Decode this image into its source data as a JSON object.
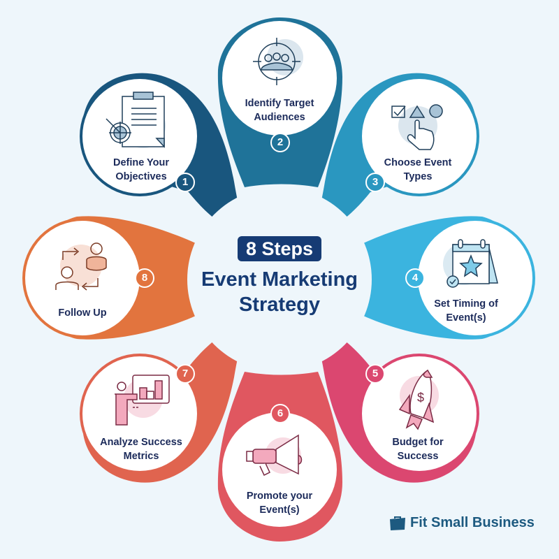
{
  "title": {
    "pill": "8 Steps",
    "line1": "Event Marketing",
    "line2": "Strategy"
  },
  "colors": {
    "navy_text": "#1b2a5a",
    "title_navy": "#163b74",
    "background": "#eef6fb",
    "step1": "#19567e",
    "step2": "#1f7399",
    "step3": "#2a97c0",
    "step4": "#3bb4df",
    "step5": "#db4770",
    "step6": "#e05760",
    "step7": "#e0644f",
    "step8": "#e2743e"
  },
  "steps": [
    {
      "number": "1",
      "line1": "Define Your",
      "line2": "Objectives",
      "icon": "clipboard-target-icon"
    },
    {
      "number": "2",
      "line1": "Identify Target",
      "line2": "Audiences",
      "icon": "audience-crosshair-icon"
    },
    {
      "number": "3",
      "line1": "Choose Event",
      "line2": "Types",
      "icon": "hand-select-shapes-icon"
    },
    {
      "number": "4",
      "line1": "Set Timing of",
      "line2": "Event(s)",
      "icon": "calendar-star-icon"
    },
    {
      "number": "5",
      "line1": "Budget for",
      "line2": "Success",
      "icon": "rocket-dollar-icon"
    },
    {
      "number": "6",
      "line1": "Promote your",
      "line2": "Event(s)",
      "icon": "megaphone-icon"
    },
    {
      "number": "7",
      "line1": "Analyze Success",
      "line2": "Metrics",
      "icon": "presenter-chart-icon"
    },
    {
      "number": "8",
      "line1": "Follow Up",
      "line2": "",
      "icon": "people-exchange-icon"
    }
  ],
  "brand": {
    "name": "Fit Small Business",
    "icon": "briefcase-icon"
  }
}
